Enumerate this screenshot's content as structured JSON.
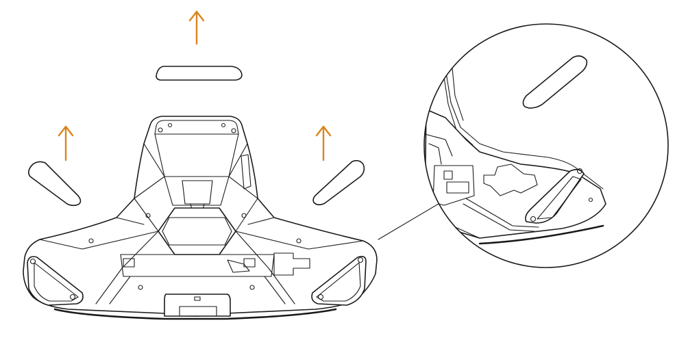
{
  "figure": {
    "background_color": "#ffffff",
    "line_color": "#1a1a1a",
    "arrow_color": "#d9841d",
    "arrow_direction": "up",
    "arrow_count": 3,
    "pad_count": 3,
    "detail_callout": "circle-magnifier"
  }
}
